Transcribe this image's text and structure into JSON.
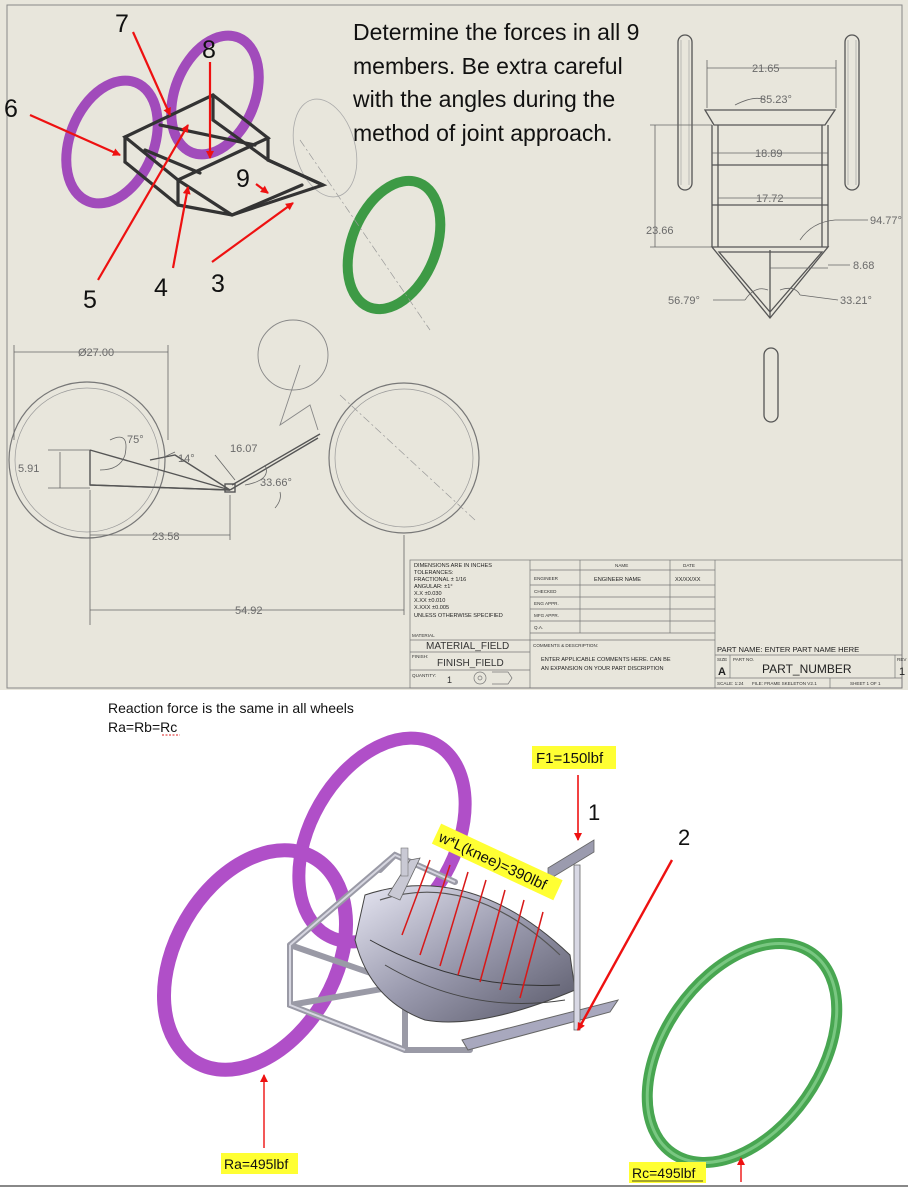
{
  "drawing": {
    "problem_text": [
      "Determine the forces in all 9",
      "members. Be extra careful",
      "with the angles during the",
      "method of joint approach."
    ],
    "member_labels": {
      "m3": "3",
      "m4": "4",
      "m5": "5",
      "m6": "6",
      "m7": "7",
      "m8": "8",
      "m9": "9"
    },
    "top_view_dims": {
      "d1": "21.65",
      "d2": "85.23°",
      "d3": "18.89",
      "d4": "17.72",
      "d5": "23.66",
      "d6": "94.77°",
      "d7": "8.68",
      "d8": "56.79°",
      "d9": "33.21°"
    },
    "side_view_dims": {
      "dia": "Ø27.00",
      "a75": "75°",
      "a14": "14°",
      "l1607": "16.07",
      "h591": "5.91",
      "a3366": "33.66°",
      "l2358": "23.58",
      "l5492": "54.92"
    },
    "title_block": {
      "tolerances": [
        "DIMENSIONS ARE IN INCHES",
        "TOLERANCES:",
        "FRACTIONAL ± 1/16",
        "ANGULAR: ±1°",
        "X.X    ±0.030",
        "X.XX   ±0.010",
        "X.XXX  ±0.005",
        "UNLESS OTHERWISE SPECIFIED"
      ],
      "material_label": "MATERIAL",
      "material_value": "MATERIAL_FIELD",
      "finish_label": "FINISH:",
      "finish_value": "FINISH_FIELD",
      "quantity_label": "QUANTITY:",
      "quantity_value": "1",
      "col_name": "NAME",
      "col_date": "DATE",
      "rows": [
        "ENGINEER",
        "CHECKED",
        "ENG APPR.",
        "MFG APPR.",
        "Q.A."
      ],
      "engineer_name": "ENGINEER NAME",
      "engineer_date": "XX/XX/XX",
      "comments_label": "COMMENTS & DESCRIPTION:",
      "comments_text": [
        "ENTER APPLICABLE COMMENTS HERE. CAN BE",
        "AN EXPANSION ON YOUR PART DISCRIPTION"
      ],
      "part_name": "PART NAME: ENTER PART NAME HERE",
      "size_label": "SIZE",
      "size_value": "A",
      "part_no_label": "PART NO.",
      "part_no_value": "PART_NUMBER",
      "rev_label": "REV",
      "rev_value": "1",
      "scale": "SCALE: 1:24",
      "file": "FILE: FRAME SKELETON V2.1",
      "sheet": "SHEET 1 OF 1"
    }
  },
  "loads": {
    "note": [
      "Reaction force is the same in all wheels",
      "Ra=Rb=Rc"
    ],
    "f1": "F1=150lbf",
    "knee": "w*L(knee)=390lbf",
    "ra": "Ra=495lbf",
    "rc": "Rc=495lbf",
    "label1": "1",
    "label2": "2"
  },
  "colors": {
    "paper": "#e8e6dc",
    "wheel_purple": "#b04fc8",
    "wheel_green": "#48a651",
    "arrow": "#ee1111",
    "highlight": "#ffff33",
    "frame": "#333333"
  }
}
